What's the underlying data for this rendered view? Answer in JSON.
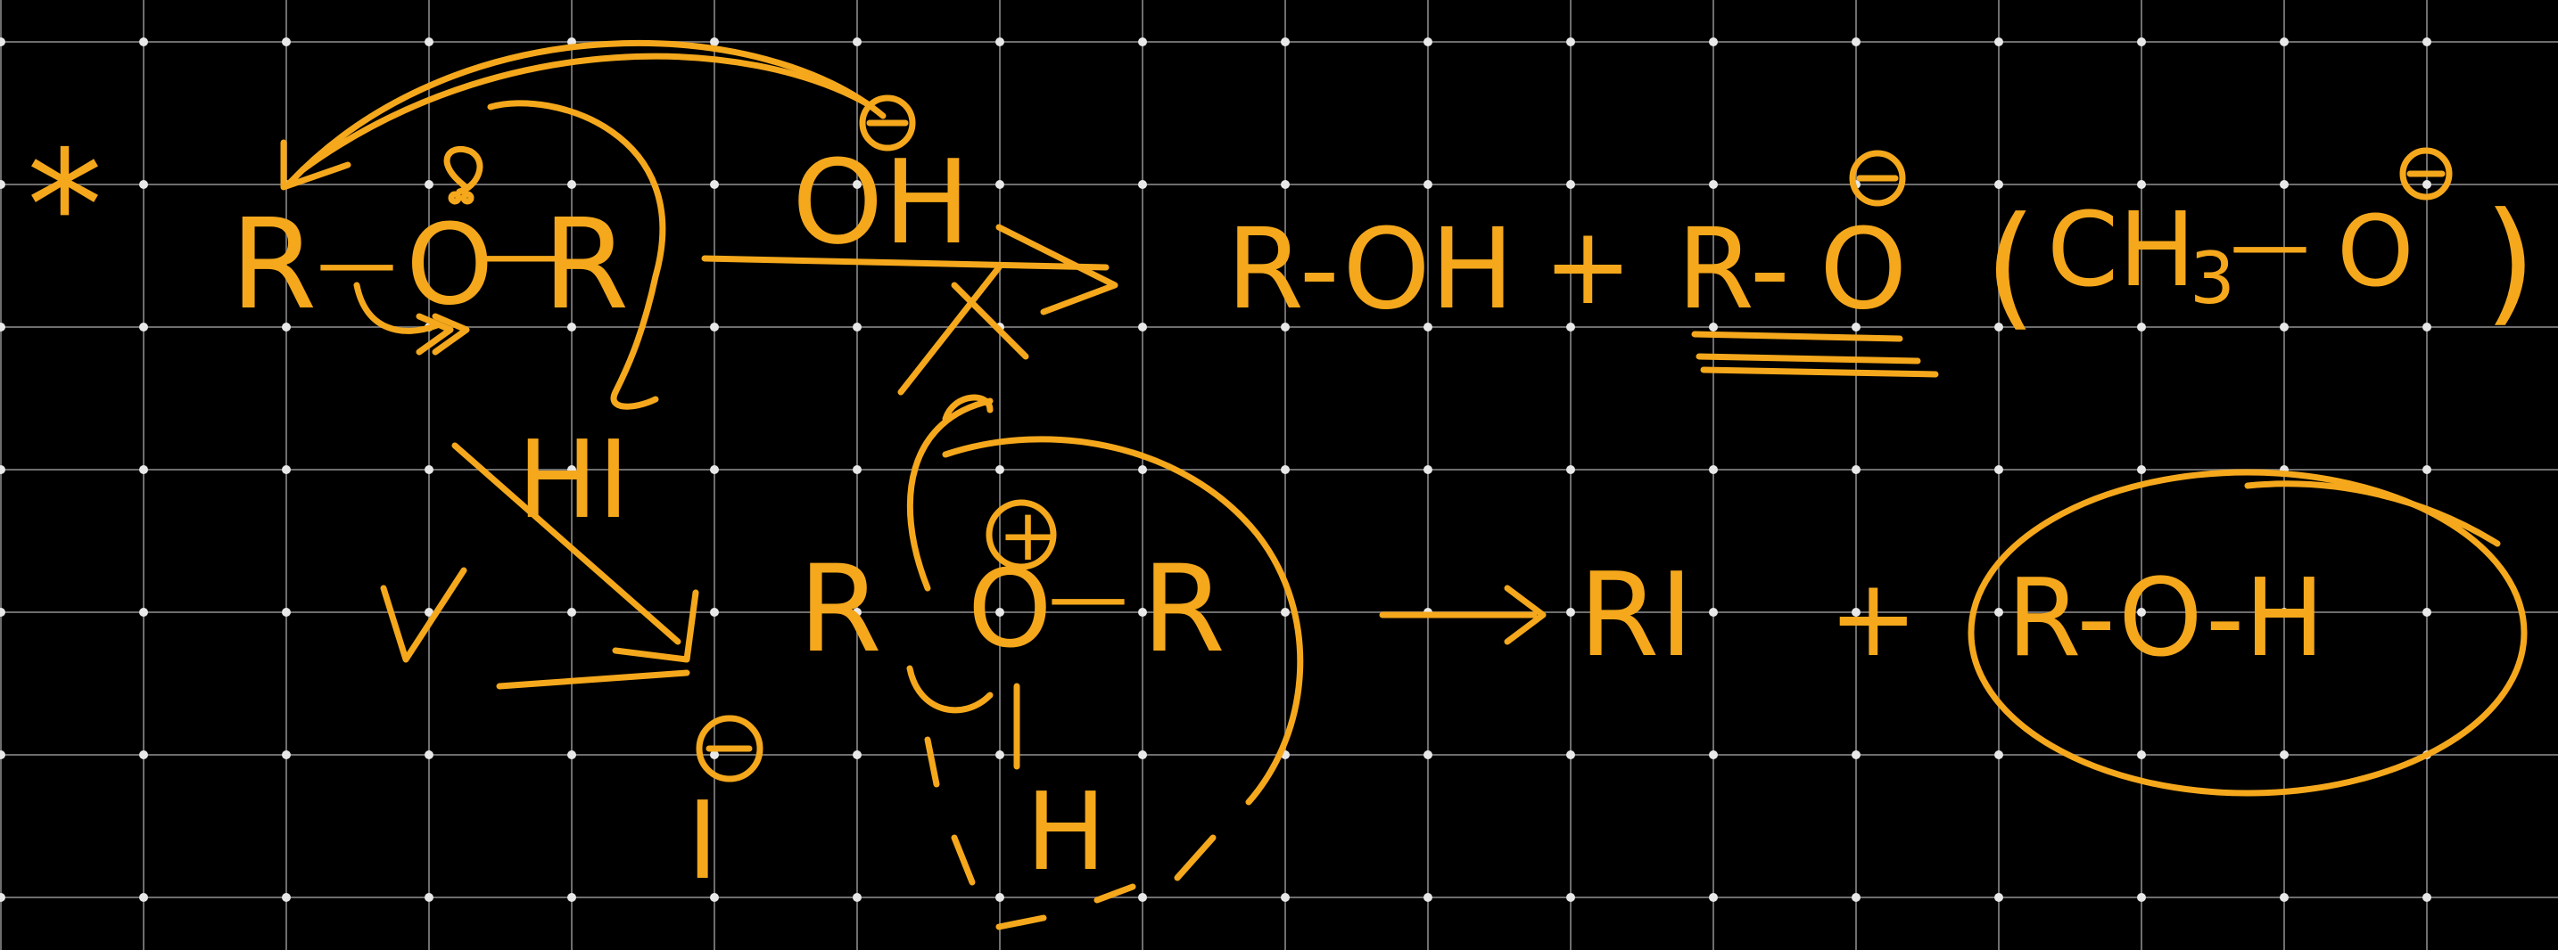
{
  "canvas": {
    "ink_color": "#f5a81c",
    "background_color": "#000000",
    "grid_color": "#c8c8c8"
  },
  "row1": {
    "star": "*",
    "reactant_r1": "R",
    "reactant_bond1": "—",
    "reactant_o": "O",
    "reactant_bond2": "—",
    "reactant_r2": "R",
    "reagent": "OH",
    "reagent_charge": "⊖",
    "product1": "R-OH",
    "plus": "+",
    "product2_r": "R-",
    "product2_o": "O",
    "product2_charge": "⊖",
    "paren_open": "(",
    "paren_formula": "CH",
    "paren_sub": "3",
    "paren_bond": "—",
    "paren_o": "O",
    "paren_charge": "⊖",
    "paren_close": ")"
  },
  "row2": {
    "reagent": "HI",
    "intermediate_r1": "R",
    "intermediate_o": "O",
    "intermediate_bond": "—",
    "intermediate_r2": "R",
    "intermediate_charge": "+",
    "intermediate_h": "H",
    "iodide_charge": "⊖",
    "iodide": "I",
    "product1": "RI",
    "plus": "+",
    "product2": "R-O-H"
  }
}
